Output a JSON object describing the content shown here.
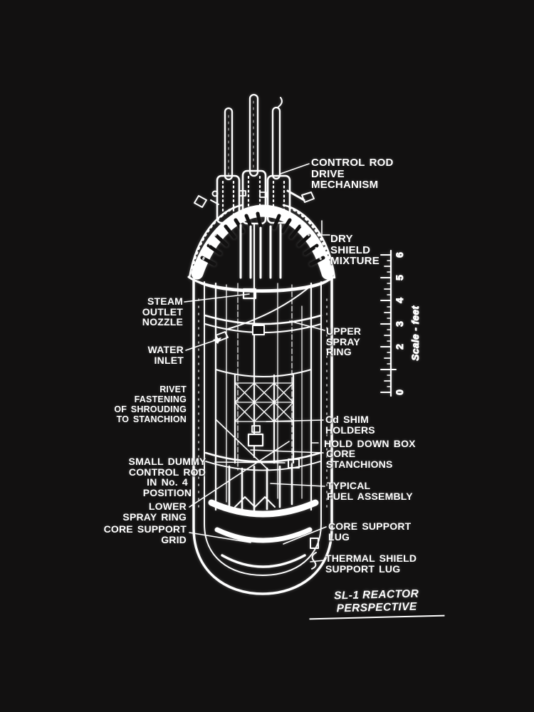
{
  "figure": {
    "title": "SL-1 REACTOR PERSPECTIVE",
    "colors": {
      "background": "#121111",
      "ink": "#ffffff"
    },
    "scale": {
      "unit_label": "Scale - feet",
      "marks": {
        "m0": "0",
        "m2": "2",
        "m3": "3",
        "m4": "4",
        "m5": "5",
        "m6": "6"
      }
    },
    "labels": {
      "control_rod_drive_mechanism": "CONTROL ROD\nDRIVE\nMECHANISM",
      "dry_shield_mixture": "DRY\nSHIELD\nMIXTURE",
      "steam_outlet_nozzle": "STEAM\nOUTLET\nNOZZLE",
      "water_inlet": "WATER\nINLET",
      "rivet_fastening": "RIVET\nFASTENING\nOF SHROUDING\nTO STANCHION",
      "small_dummy_control_rod": "SMALL DUMMY\nCONTROL ROD\nIN No. 4\nPOSITION",
      "lower_spray_ring": "LOWER\nSPRAY RING",
      "core_support_grid": "CORE SUPPORT\nGRID",
      "upper_spray_ring": "UPPER\nSPRAY\nRING",
      "cd_shim_holders": "Cd SHIM\nHOLDERS",
      "hold_down_box": "HOLD DOWN BOX",
      "core_stanchions": "CORE\nSTANCHIONS",
      "typical_fuel_assembly": "TYPICAL\nFUEL ASSEMBLY",
      "core_support_lug": "CORE SUPPORT\nLUG",
      "thermal_shield_support_lug": "THERMAL SHIELD\nSUPPORT LUG"
    }
  }
}
